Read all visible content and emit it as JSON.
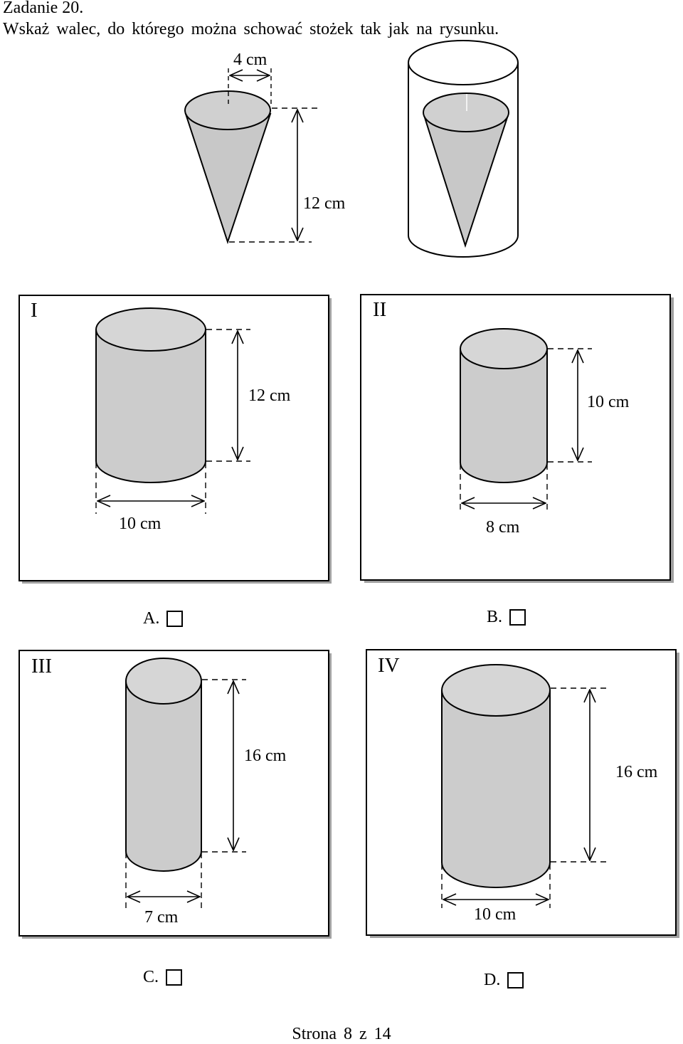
{
  "header": {
    "title": "Zadanie 20.",
    "question": "Wskaż walec, do którego można schować stożek tak jak na rysunku."
  },
  "cone_figure": {
    "radius_label": "4 cm",
    "height_label": "12 cm"
  },
  "cylinders": [
    {
      "numeral": "I",
      "height_label": "12 cm",
      "diameter_label": "10 cm"
    },
    {
      "numeral": "II",
      "height_label": "10 cm",
      "diameter_label": "8 cm"
    },
    {
      "numeral": "III",
      "height_label": "16 cm",
      "diameter_label": "7 cm"
    },
    {
      "numeral": "IV",
      "height_label": "16 cm",
      "diameter_label": "10 cm"
    }
  ],
  "options": [
    {
      "letter": "A."
    },
    {
      "letter": "B."
    },
    {
      "letter": "C."
    },
    {
      "letter": "D."
    }
  ],
  "footer": {
    "page": "Strona 8 z 14"
  }
}
